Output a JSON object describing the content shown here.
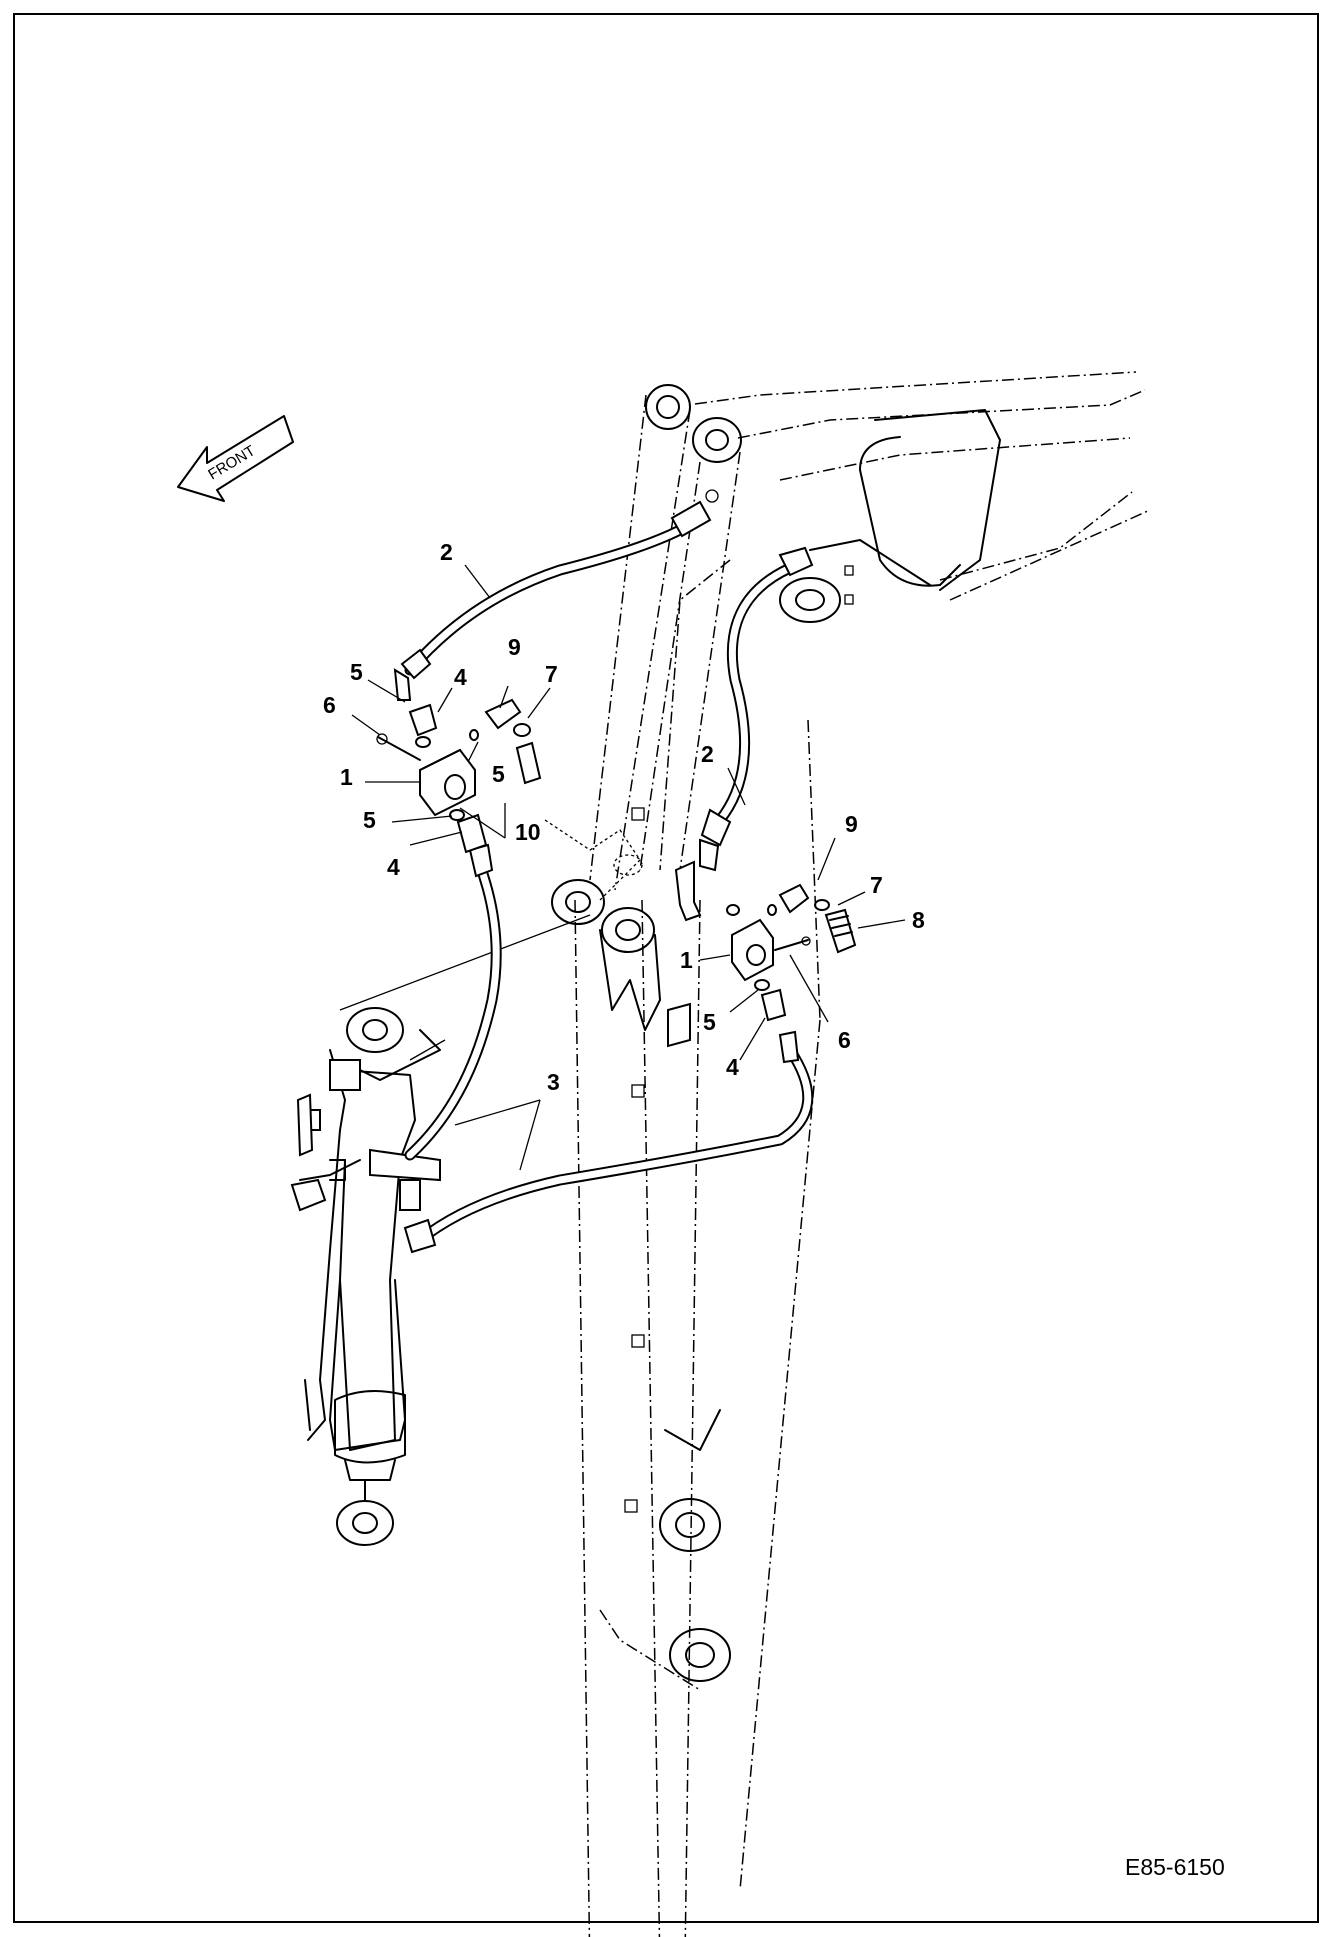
{
  "drawing": {
    "number": "E85-6150",
    "direction_label": "FRONT"
  },
  "callouts": [
    {
      "id": "c2a",
      "text": "2"
    },
    {
      "id": "c5a",
      "text": "5"
    },
    {
      "id": "c4a",
      "text": "4"
    },
    {
      "id": "c9a",
      "text": "9"
    },
    {
      "id": "c7a",
      "text": "7"
    },
    {
      "id": "c6a",
      "text": "6"
    },
    {
      "id": "c1a",
      "text": "1"
    },
    {
      "id": "c5b",
      "text": "5"
    },
    {
      "id": "c5c",
      "text": "5"
    },
    {
      "id": "c10",
      "text": "10"
    },
    {
      "id": "c4b",
      "text": "4"
    },
    {
      "id": "c2b",
      "text": "2"
    },
    {
      "id": "c9b",
      "text": "9"
    },
    {
      "id": "c7b",
      "text": "7"
    },
    {
      "id": "c8",
      "text": "8"
    },
    {
      "id": "c1b",
      "text": "1"
    },
    {
      "id": "c5d",
      "text": "5"
    },
    {
      "id": "c6b",
      "text": "6"
    },
    {
      "id": "c4c",
      "text": "4"
    },
    {
      "id": "c3",
      "text": "3"
    }
  ]
}
